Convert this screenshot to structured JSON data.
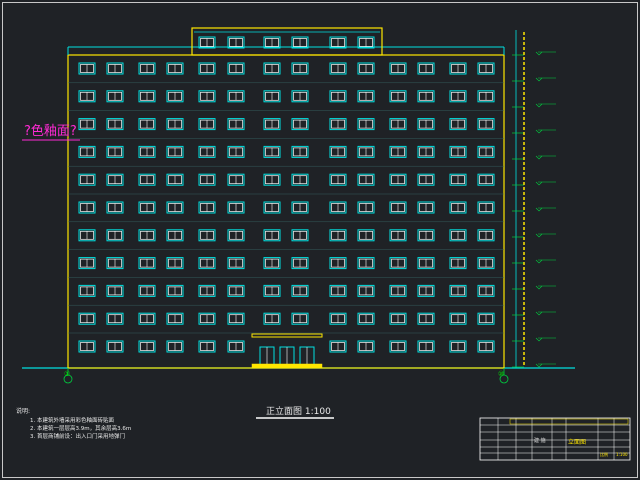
{
  "drawing": {
    "side_label": "?色釉面?",
    "title": "正立面图 1:100",
    "notes_heading": "说明:",
    "notes": [
      "1. 本建筑外墙采用彩色釉面砖贴面",
      "2. 本建筑一层层高3.9m，其余层高3.6m",
      "3. 首层商铺前设：出入口门采用地弹门"
    ],
    "axis_left": "①",
    "axis_right": "⑩",
    "drawing_name": "立面图",
    "sheet_code": "建 施",
    "scale_label": "比例",
    "scale_value": "1:100"
  },
  "building": {
    "floors": 11,
    "windows_per_floor": 14,
    "penthouse_windows": 6
  },
  "colors": {
    "background": "#1f2226",
    "outline": "#ffe600",
    "frame": "#00e0e0",
    "detail": "#ffffff",
    "accent": "#ff2ad4",
    "dim": "#00d040"
  }
}
